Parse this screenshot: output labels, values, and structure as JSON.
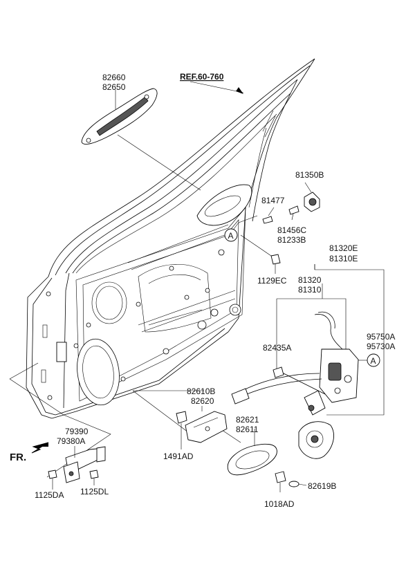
{
  "labels": {
    "ref": "REF.60-760",
    "p82660": "82660",
    "p82650": "82650",
    "p81350b": "81350B",
    "p81477": "81477",
    "p81456c": "81456C",
    "p81233b": "81233B",
    "p1129ec": "1129EC",
    "p81320e": "81320E",
    "p81310e": "81310E",
    "p81320": "81320",
    "p81310": "81310",
    "p82435a": "82435A",
    "p95750a": "95750A",
    "p95730a": "95730A",
    "p82610b": "82610B",
    "p82620": "82620",
    "p82621": "82621",
    "p82611": "82611",
    "p1491ad": "1491AD",
    "p79390": "79390",
    "p79380a": "79380A",
    "p1125da": "1125DA",
    "p1125dl": "1125DL",
    "p82619b": "82619B",
    "p1018ad": "1018AD",
    "fr": "FR.",
    "callout_a": "A"
  }
}
